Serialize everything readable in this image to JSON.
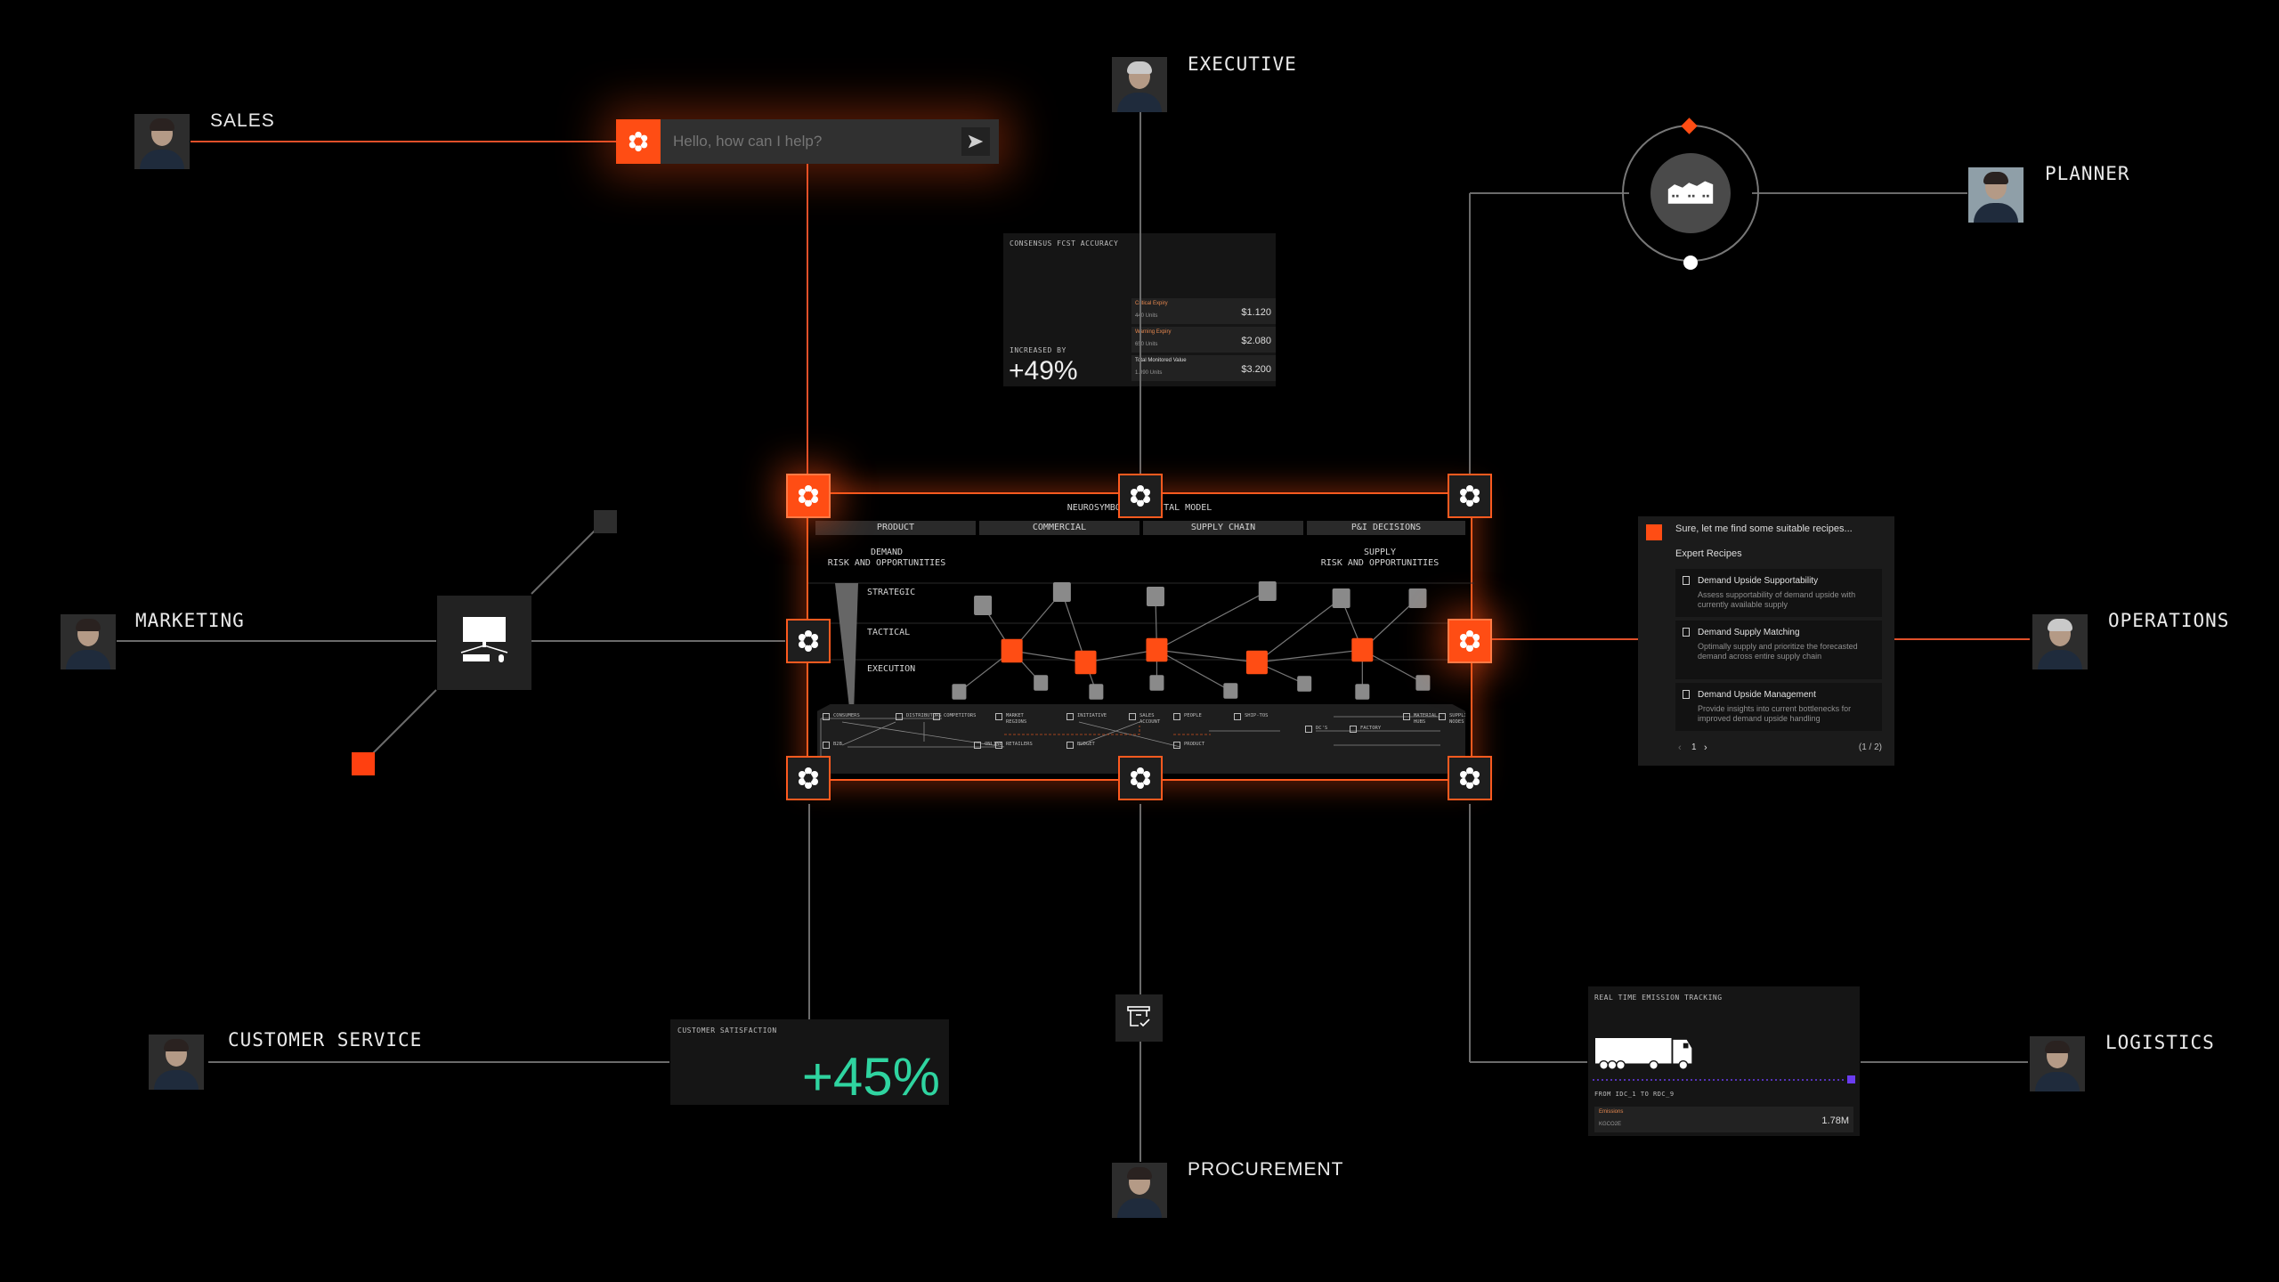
{
  "colors": {
    "accent": "#ff4d14",
    "background": "#000000",
    "panel": "#151515",
    "positive": "#2fd4a0",
    "route": "#6a3cf0"
  },
  "personas": [
    {
      "id": "sales",
      "label": "SALES"
    },
    {
      "id": "executive",
      "label": "EXECUTIVE"
    },
    {
      "id": "planner",
      "label": "PLANNER"
    },
    {
      "id": "marketing",
      "label": "MARKETING"
    },
    {
      "id": "operations",
      "label": "OPERATIONS"
    },
    {
      "id": "customer-service",
      "label": "CUSTOMER SERVICE"
    },
    {
      "id": "logistics",
      "label": "LOGISTICS"
    },
    {
      "id": "procurement",
      "label": "PROCUREMENT"
    }
  ],
  "chat": {
    "placeholder": "Hello, how can I help?",
    "logo_icon": "flower-logo-icon",
    "send_icon": "send-arrow-icon"
  },
  "forecast_card": {
    "title": "CONSENSUS FCST ACCURACY",
    "increase_label": "INCREASED BY",
    "increase_value": "+49%",
    "rows": [
      {
        "label": "Critical Expiry",
        "units": "440 Units",
        "value": "$1.120",
        "highlight": true
      },
      {
        "label": "Warning Expiry",
        "units": "650 Units",
        "value": "$2.080",
        "highlight": true
      },
      {
        "label": "Total Monitored Value",
        "units": "1.090 Units",
        "value": "$3.200",
        "highlight": false
      }
    ]
  },
  "model": {
    "title": "NEUROSYMBOLIC DIGITAL MODEL",
    "columns": [
      "PRODUCT",
      "COMMERCIAL",
      "SUPPLY CHAIN",
      "P&I DECISIONS"
    ],
    "demand_label": [
      "DEMAND",
      "RISK AND OPPORTUNITIES"
    ],
    "supply_label": [
      "SUPPLY",
      "RISK AND OPPORTUNITIES"
    ],
    "levels": [
      "STRATEGIC",
      "TACTICAL",
      "EXECUTION"
    ],
    "flow_nodes": [
      {
        "label": "CONSUMERS",
        "icon": "cart-icon"
      },
      {
        "label": "DISTRIBUTORS",
        "icon": "building-icon"
      },
      {
        "label": "COMPETITORS",
        "icon": "warning-icon"
      },
      {
        "label": "MARKET REGIONS",
        "icon": "globe-icon"
      },
      {
        "label": "B2B",
        "icon": "briefcase-icon"
      },
      {
        "label": "ONLINE",
        "icon": "signal-icon"
      },
      {
        "label": "RETAILERS",
        "icon": "store-icon"
      },
      {
        "label": "INITIATIVE",
        "icon": "bulb-icon"
      },
      {
        "label": "SALES ACCOUNT",
        "icon": "handshake-icon"
      },
      {
        "label": "BUDGET",
        "icon": "dollar-icon"
      },
      {
        "label": "PEOPLE",
        "icon": "people-icon"
      },
      {
        "label": "PRODUCT",
        "icon": "gear-icon"
      },
      {
        "label": "SHIP-TOS",
        "icon": "box-icon"
      },
      {
        "label": "DC'S",
        "icon": "warehouse-icon"
      },
      {
        "label": "FACTORY",
        "icon": "factory-icon"
      },
      {
        "label": "MATERIAL HUBS",
        "icon": "book-icon"
      },
      {
        "label": "SUPPLIER NODES",
        "icon": "pin-icon"
      }
    ]
  },
  "recipes": {
    "assistant_message": "Sure, let me find some suitable recipes...",
    "heading": "Expert Recipes",
    "items": [
      {
        "title": "Demand Upside Supportability",
        "description": "Assess supportability of demand upside with currently available supply"
      },
      {
        "title": "Demand Supply Matching",
        "description": "Optimally supply and prioritize the forecasted demand across entire supply chain"
      },
      {
        "title": "Demand Upside Management",
        "description": "Provide insights into current bottlenecks for improved demand upside handling"
      }
    ],
    "pager": {
      "prev": "‹",
      "page": "1",
      "next": "›",
      "count": "(1 / 2)"
    }
  },
  "satisfaction_card": {
    "title": "CUSTOMER SATISFACTION",
    "value": "+45%"
  },
  "emission_card": {
    "title": "REAL TIME EMISSION TRACKING",
    "route": "FROM IDC_1 TO RDC_9",
    "metric_label": "Emissions",
    "metric_unit": "KGCO2E",
    "metric_value": "1.78M"
  },
  "icons": {
    "planner_hub": "factory-icon",
    "marketing_hub": "desktop-computer-icon",
    "procurement_hub": "archive-check-icon"
  }
}
